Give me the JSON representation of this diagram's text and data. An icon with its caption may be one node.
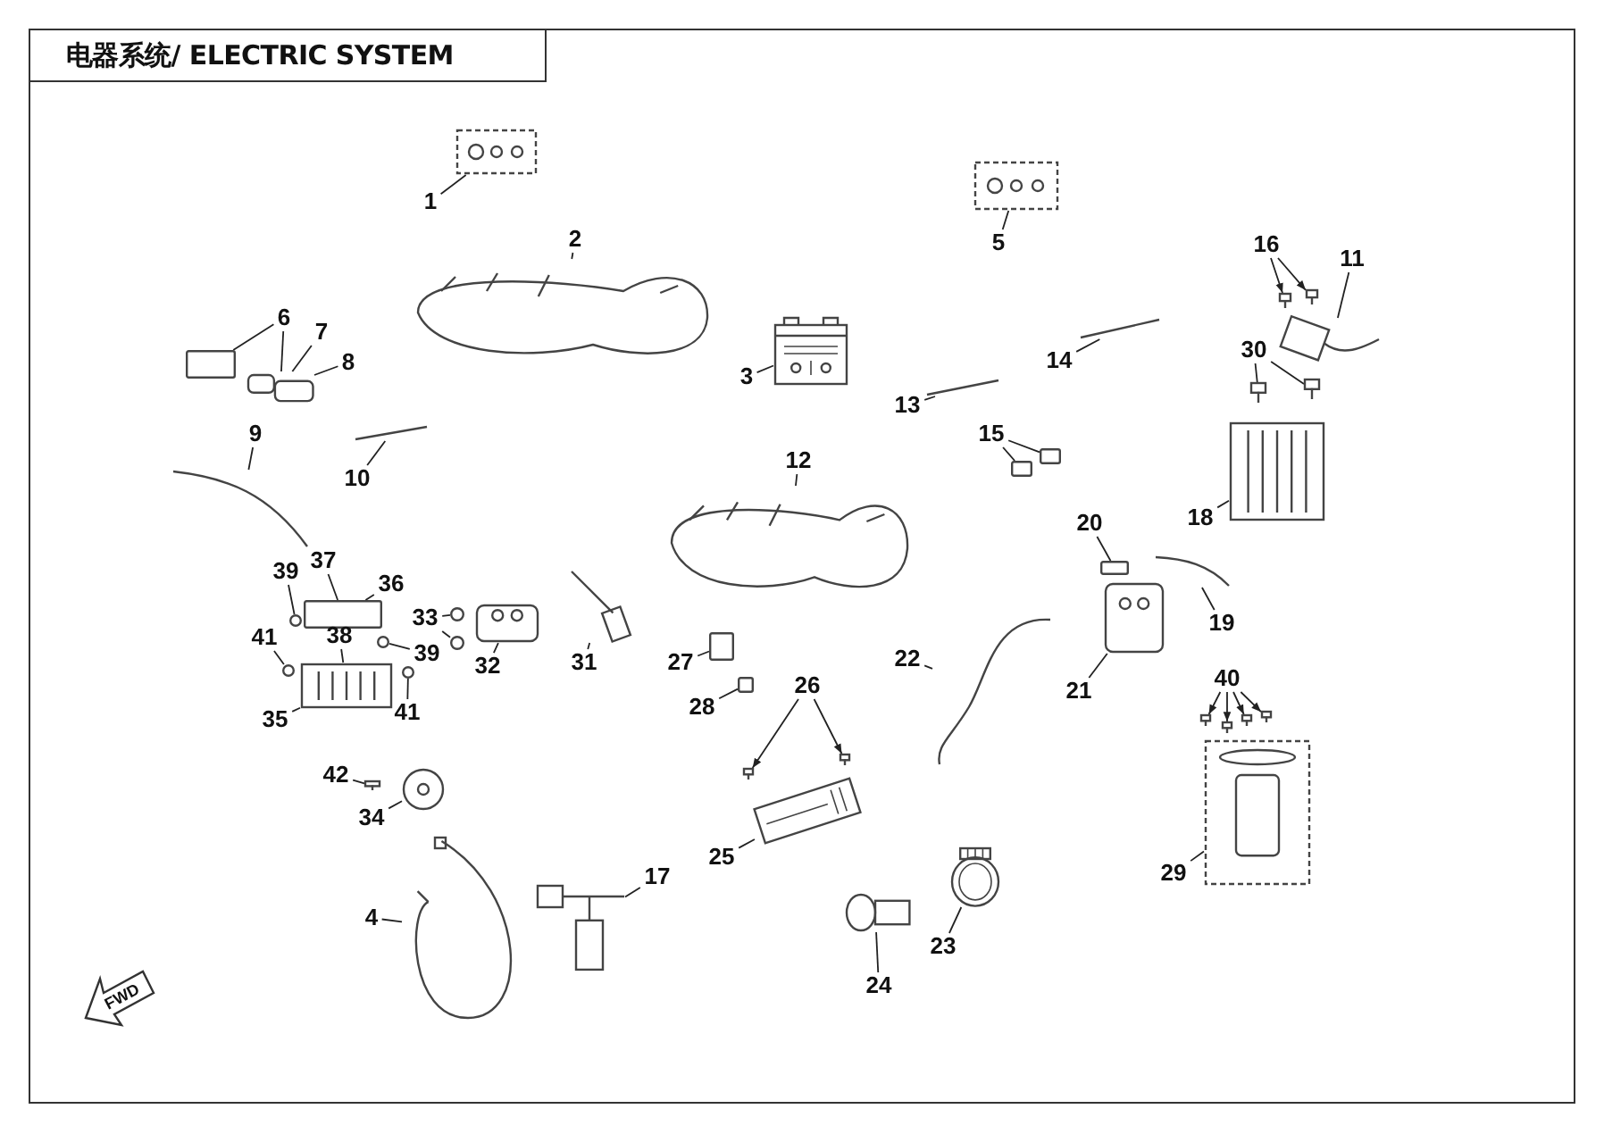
{
  "diagram": {
    "title": "电器系统/ ELECTRIC SYSTEM",
    "nodes": [
      {
        "text": [
          "1"
        ]
      },
      {
        "text": [
          "2"
        ]
      },
      {
        "text": [
          "5"
        ]
      },
      {
        "text": [
          "16"
        ]
      },
      {
        "text": [
          "11"
        ]
      },
      {
        "text": [
          "6"
        ]
      },
      {
        "text": [
          "7"
        ]
      },
      {
        "text": [
          "30"
        ]
      },
      {
        "text": [
          "8"
        ]
      },
      {
        "text": [
          "14"
        ]
      },
      {
        "text": [
          "3"
        ]
      },
      {
        "text": [
          "13"
        ]
      },
      {
        "text": [
          "9"
        ]
      },
      {
        "text": [
          "15"
        ]
      },
      {
        "text": [
          "12"
        ]
      },
      {
        "text": [
          "10"
        ]
      },
      {
        "text": [
          "18"
        ]
      },
      {
        "text": [
          "20"
        ]
      },
      {
        "text": [
          "37"
        ]
      },
      {
        "text": [
          "39"
        ]
      },
      {
        "text": [
          "36"
        ]
      },
      {
        "text": [
          "19"
        ]
      },
      {
        "text": [
          "33"
        ]
      },
      {
        "text": [
          "41"
        ]
      },
      {
        "text": [
          "38"
        ]
      },
      {
        "text": [
          "39"
        ]
      },
      {
        "text": [
          "32"
        ]
      },
      {
        "text": [
          "31"
        ]
      },
      {
        "text": [
          "27"
        ]
      },
      {
        "text": [
          "26"
        ]
      },
      {
        "text": [
          "40"
        ]
      },
      {
        "text": [
          "22"
        ]
      },
      {
        "text": [
          "21"
        ]
      },
      {
        "text": [
          "35"
        ]
      },
      {
        "text": [
          "28"
        ]
      },
      {
        "text": [
          "41"
        ]
      },
      {
        "text": [
          "42"
        ]
      },
      {
        "text": [
          "34"
        ]
      },
      {
        "text": [
          "25"
        ]
      },
      {
        "text": [
          "29"
        ]
      },
      {
        "text": [
          "17"
        ]
      },
      {
        "text": [
          "4"
        ]
      },
      {
        "text": [
          "23"
        ]
      },
      {
        "text": [
          "24"
        ]
      },
      {
        "text": [],
        "shape": "picture"
      },
      {
        "text": [],
        "shape": "picture"
      },
      {
        "text": [],
        "shape": "picture"
      },
      {
        "text": [],
        "shape": "picture"
      },
      {
        "text": [],
        "shape": "picture"
      },
      {
        "text": [],
        "shape": "picture"
      },
      {
        "text": [],
        "shape": "picture"
      },
      {
        "text": [],
        "shape": "picture"
      },
      {
        "text": [],
        "shape": "picture"
      },
      {
        "text": [],
        "shape": "picture"
      },
      {
        "text": [],
        "shape": "picture"
      },
      {
        "text": [],
        "shape": "picture"
      },
      {
        "text": [],
        "shape": "box"
      },
      {
        "text": [],
        "shape": "box"
      },
      {
        "text": [],
        "shape": "picture"
      },
      {
        "text": [],
        "shape": "picture"
      },
      {
        "text": [],
        "shape": "picture"
      },
      {
        "text": [],
        "shape": "picture"
      },
      {
        "text": [],
        "shape": "box"
      },
      {
        "text": [],
        "shape": "picture"
      },
      {
        "text": [],
        "shape": "picture"
      },
      {
        "text": [],
        "shape": "box"
      },
      {
        "text": [],
        "shape": "circle"
      },
      {
        "text": [],
        "shape": "picture"
      },
      {
        "text": [],
        "shape": "circle"
      },
      {
        "text": [],
        "shape": "circle"
      },
      {
        "text": [],
        "shape": "circle"
      },
      {
        "text": [],
        "shape": "circle"
      },
      {
        "text": [],
        "shape": "circle"
      },
      {
        "text": [],
        "shape": "picture"
      },
      {
        "text": [],
        "shape": "picture"
      },
      {
        "text": [],
        "shape": "box"
      },
      {
        "text": [],
        "shape": "box"
      },
      {
        "text": [],
        "shape": "picture"
      },
      {
        "text": [],
        "shape": "picture"
      },
      {
        "text": [],
        "shape": "picture"
      },
      {
        "text": [],
        "shape": "picture"
      },
      {
        "text": [],
        "shape": "picture"
      },
      {
        "text": [],
        "shape": "picture"
      },
      {
        "text": [],
        "shape": "picture"
      },
      {
        "text": [],
        "shape": "picture"
      },
      {
        "text": [],
        "shape": "picture"
      },
      {
        "text": [],
        "shape": "picture"
      },
      {
        "text": [],
        "shape": "picture"
      },
      {
        "text": [],
        "shape": "picture"
      },
      {
        "text": [],
        "shape": "picture"
      },
      {
        "text": [],
        "shape": "picture"
      },
      {
        "text": [],
        "shape": "picture"
      },
      {
        "text": [],
        "shape": "box"
      }
    ],
    "edges": [
      {
        "from": 0,
        "to": 44,
        "arrow": "none"
      },
      {
        "from": 1,
        "to": 45,
        "arrow": "none"
      },
      {
        "from": 2,
        "to": 46,
        "arrow": "none"
      },
      {
        "from": 3,
        "to": 47,
        "arrow": "to"
      },
      {
        "from": 3,
        "to": 48,
        "arrow": "to"
      },
      {
        "from": 4,
        "to": 49,
        "arrow": "none"
      },
      {
        "from": 5,
        "to": 92,
        "arrow": "none"
      },
      {
        "from": 5,
        "to": 50,
        "arrow": "none"
      },
      {
        "from": 6,
        "to": 50,
        "arrow": "none"
      },
      {
        "from": 7,
        "to": 59,
        "arrow": "none"
      },
      {
        "from": 7,
        "to": 60,
        "arrow": "none"
      },
      {
        "from": 8,
        "to": 50,
        "arrow": "none"
      },
      {
        "from": 9,
        "to": 55,
        "arrow": "none"
      },
      {
        "from": 10,
        "to": 53,
        "arrow": "none"
      },
      {
        "from": 11,
        "to": 54,
        "arrow": "none"
      },
      {
        "from": 12,
        "to": 51,
        "arrow": "none"
      },
      {
        "from": 13,
        "to": 56,
        "arrow": "none"
      },
      {
        "from": 13,
        "to": 57,
        "arrow": "none"
      },
      {
        "from": 14,
        "to": 58,
        "arrow": "none"
      },
      {
        "from": 15,
        "to": 52,
        "arrow": "none"
      },
      {
        "from": 16,
        "to": 61,
        "arrow": "none"
      },
      {
        "from": 17,
        "to": 62,
        "arrow": "none"
      },
      {
        "from": 18,
        "to": 65,
        "arrow": "none"
      },
      {
        "from": 19,
        "to": 66,
        "arrow": "none"
      },
      {
        "from": 20,
        "to": 65,
        "arrow": "none"
      },
      {
        "from": 21,
        "to": 63,
        "arrow": "none"
      },
      {
        "from": 22,
        "to": 71,
        "arrow": "none"
      },
      {
        "from": 22,
        "to": 72,
        "arrow": "none"
      },
      {
        "from": 23,
        "to": 68,
        "arrow": "none"
      },
      {
        "from": 24,
        "to": 67,
        "arrow": "none"
      },
      {
        "from": 25,
        "to": 69,
        "arrow": "none"
      },
      {
        "from": 26,
        "to": 73,
        "arrow": "none"
      },
      {
        "from": 27,
        "to": 74,
        "arrow": "none"
      },
      {
        "from": 28,
        "to": 75,
        "arrow": "none"
      },
      {
        "from": 29,
        "to": 77,
        "arrow": "to"
      },
      {
        "from": 29,
        "to": 78,
        "arrow": "to"
      },
      {
        "from": 30,
        "to": 81,
        "arrow": "to"
      },
      {
        "from": 30,
        "to": 82,
        "arrow": "to"
      },
      {
        "from": 30,
        "to": 83,
        "arrow": "to"
      },
      {
        "from": 30,
        "to": 84,
        "arrow": "to"
      },
      {
        "from": 31,
        "to": 80,
        "arrow": "none"
      },
      {
        "from": 32,
        "to": 64,
        "arrow": "none"
      },
      {
        "from": 33,
        "to": 67,
        "arrow": "none"
      },
      {
        "from": 34,
        "to": 76,
        "arrow": "none"
      },
      {
        "from": 35,
        "to": 70,
        "arrow": "none"
      },
      {
        "from": 36,
        "to": 86,
        "arrow": "none"
      },
      {
        "from": 37,
        "to": 87,
        "arrow": "none"
      },
      {
        "from": 38,
        "to": 79,
        "arrow": "none"
      },
      {
        "from": 39,
        "to": 85,
        "arrow": "none"
      },
      {
        "from": 40,
        "to": 88,
        "arrow": "none"
      },
      {
        "from": 41,
        "to": 89,
        "arrow": "none"
      },
      {
        "from": 42,
        "to": 90,
        "arrow": "none"
      },
      {
        "from": 43,
        "to": 91,
        "arrow": "none"
      }
    ],
    "labels": [
      "FWD"
    ]
  }
}
